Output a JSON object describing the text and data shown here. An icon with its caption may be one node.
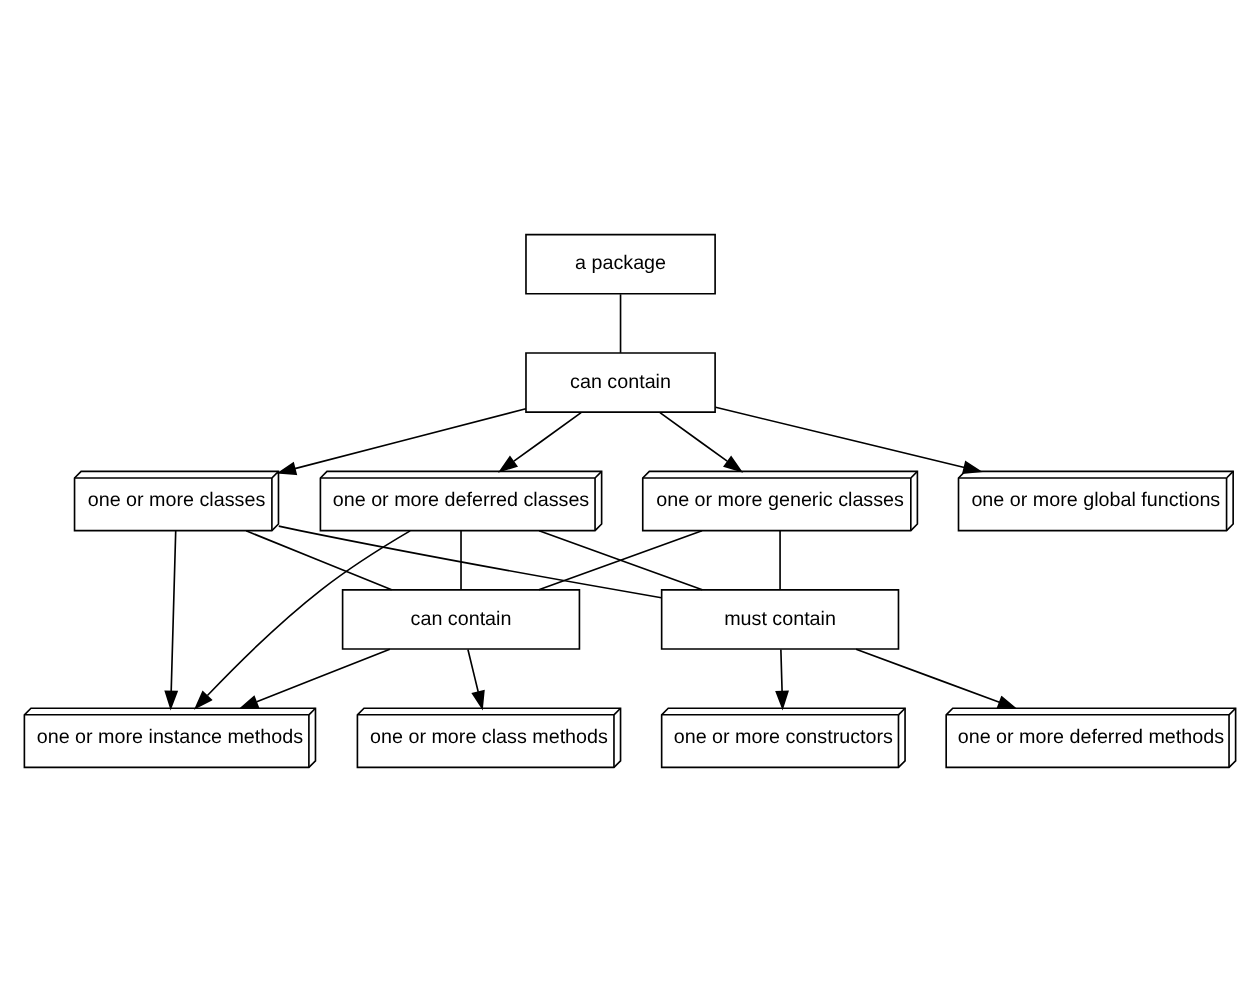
{
  "diagram": {
    "nodes": [
      {
        "text": [
          "a package"
        ]
      },
      {
        "text": [
          "can contain"
        ]
      },
      {
        "text": [
          "one or more classes"
        ]
      },
      {
        "text": [
          "one or more deferred classes"
        ]
      },
      {
        "text": [
          "one or more generic classes"
        ]
      },
      {
        "text": [
          "one or more global functions"
        ]
      },
      {
        "text": [
          "must contain"
        ]
      },
      {
        "text": [
          "can contain"
        ]
      },
      {
        "text": [
          "one or more constructors"
        ]
      },
      {
        "text": [
          "one or more deferred methods"
        ]
      },
      {
        "text": [
          "one or more instance methods"
        ]
      },
      {
        "text": [
          "one or more class methods"
        ]
      }
    ],
    "edges": [
      {
        "from": 0,
        "to": 1,
        "arrow": "none"
      },
      {
        "from": 1,
        "to": 2,
        "arrow": "to"
      },
      {
        "from": 1,
        "to": 3,
        "arrow": "to"
      },
      {
        "from": 1,
        "to": 4,
        "arrow": "to"
      },
      {
        "from": 1,
        "to": 5,
        "arrow": "to"
      },
      {
        "from": 2,
        "to": 6,
        "arrow": "none"
      },
      {
        "from": 3,
        "to": 6,
        "arrow": "none"
      },
      {
        "from": 4,
        "to": 6,
        "arrow": "none"
      },
      {
        "from": 2,
        "to": 10,
        "arrow": "to"
      },
      {
        "from": 3,
        "to": 10,
        "arrow": "to"
      },
      {
        "from": 2,
        "to": 7,
        "arrow": "none"
      },
      {
        "from": 3,
        "to": 7,
        "arrow": "none"
      },
      {
        "from": 4,
        "to": 7,
        "arrow": "none"
      },
      {
        "from": 6,
        "to": 8,
        "arrow": "to"
      },
      {
        "from": 6,
        "to": 9,
        "arrow": "to"
      },
      {
        "from": 7,
        "to": 10,
        "arrow": "to"
      },
      {
        "from": 7,
        "to": 11,
        "arrow": "to"
      }
    ]
  }
}
